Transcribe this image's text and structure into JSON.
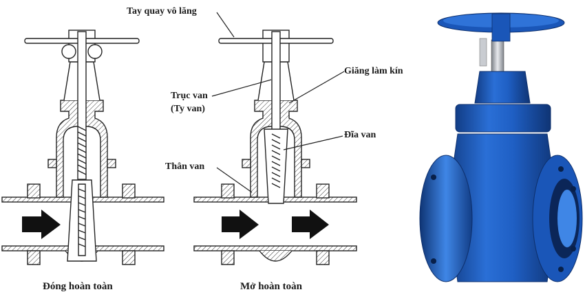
{
  "labels": {
    "handwheel": "Tay quay vô lăng",
    "seal": "Giăng làm kín",
    "stem_line1": "Trục van",
    "stem_line2": "(Ty van)",
    "disc": "Đĩa van",
    "body": "Thân van"
  },
  "captions": {
    "closed": "Đóng hoàn toàn",
    "open": "Mở hoàn toàn"
  },
  "colors": {
    "outline": "#222222",
    "valve_blue": "#1f5fc4",
    "valve_blue_dark": "#123d86",
    "valve_blue_light": "#3f86e6",
    "stem_silver": "#b8bcc2"
  }
}
